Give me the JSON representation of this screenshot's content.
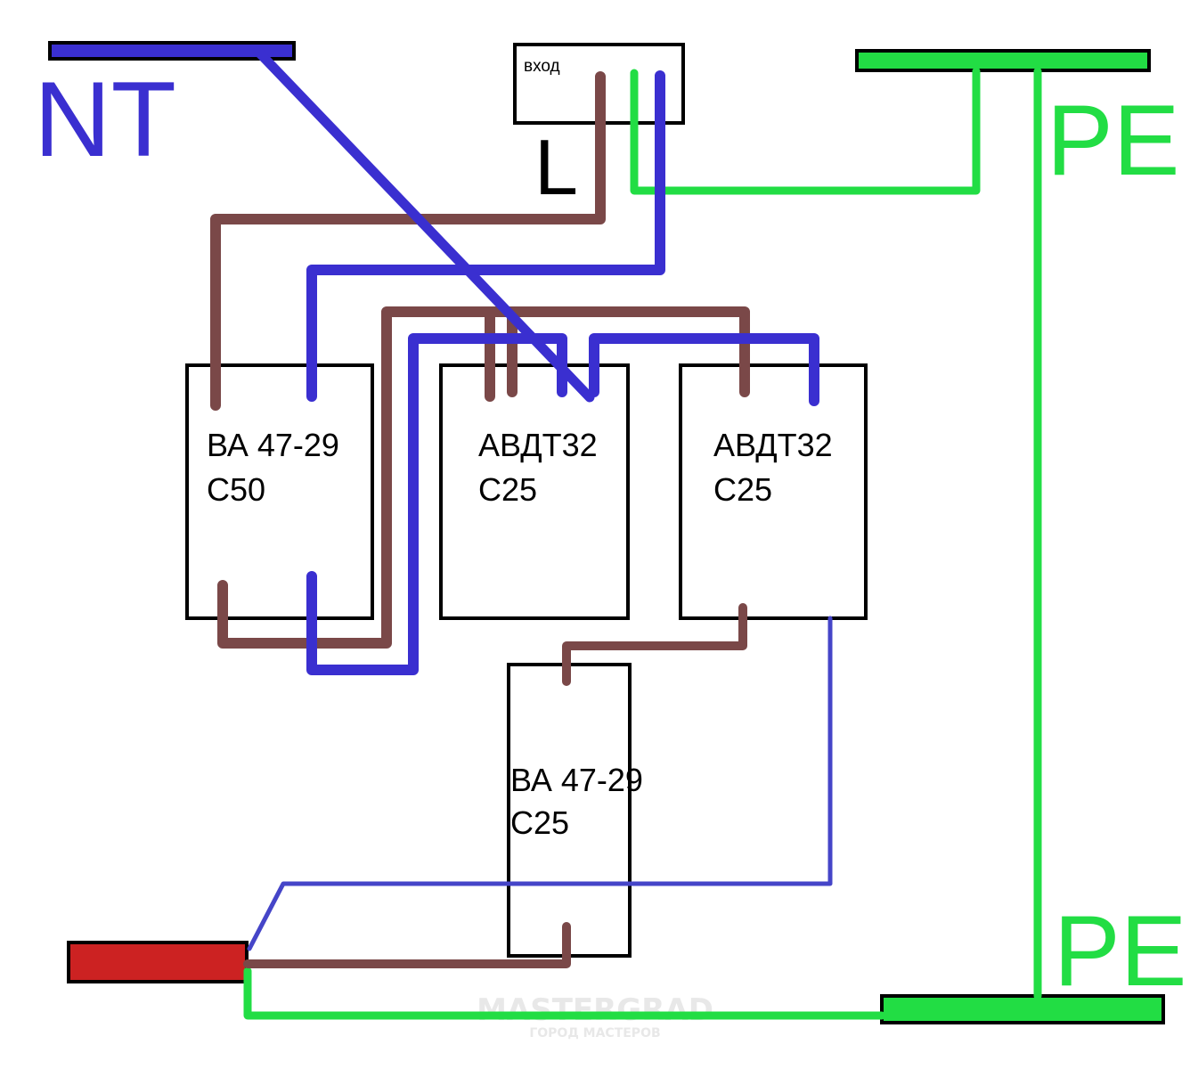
{
  "colors": {
    "neutral": "#3a2fd0",
    "neutral_thin": "#4545c8",
    "phase": "#7a4848",
    "pe": "#22dd44",
    "pe_label": "#22dd44",
    "n_label": "#3a2fd0",
    "red_bus": "#cc2222",
    "outline": "#000000",
    "watermark": "#e6e6e6"
  },
  "labels": {
    "n_bus": "NT",
    "pe_top": "PE",
    "pe_bottom": "PE",
    "input_box": "вход",
    "input_phase": "L"
  },
  "breakers": [
    {
      "model": "ВА 47-29",
      "rating": "С50"
    },
    {
      "model": "АВДТ32",
      "rating": "С25"
    },
    {
      "model": "АВДТ32",
      "rating": "С25"
    },
    {
      "model": "ВА 47-29",
      "rating": "С25"
    }
  ],
  "watermark": {
    "title": "MASTERGRAD",
    "subtitle": "ГОРОД МАСТЕРОВ"
  }
}
